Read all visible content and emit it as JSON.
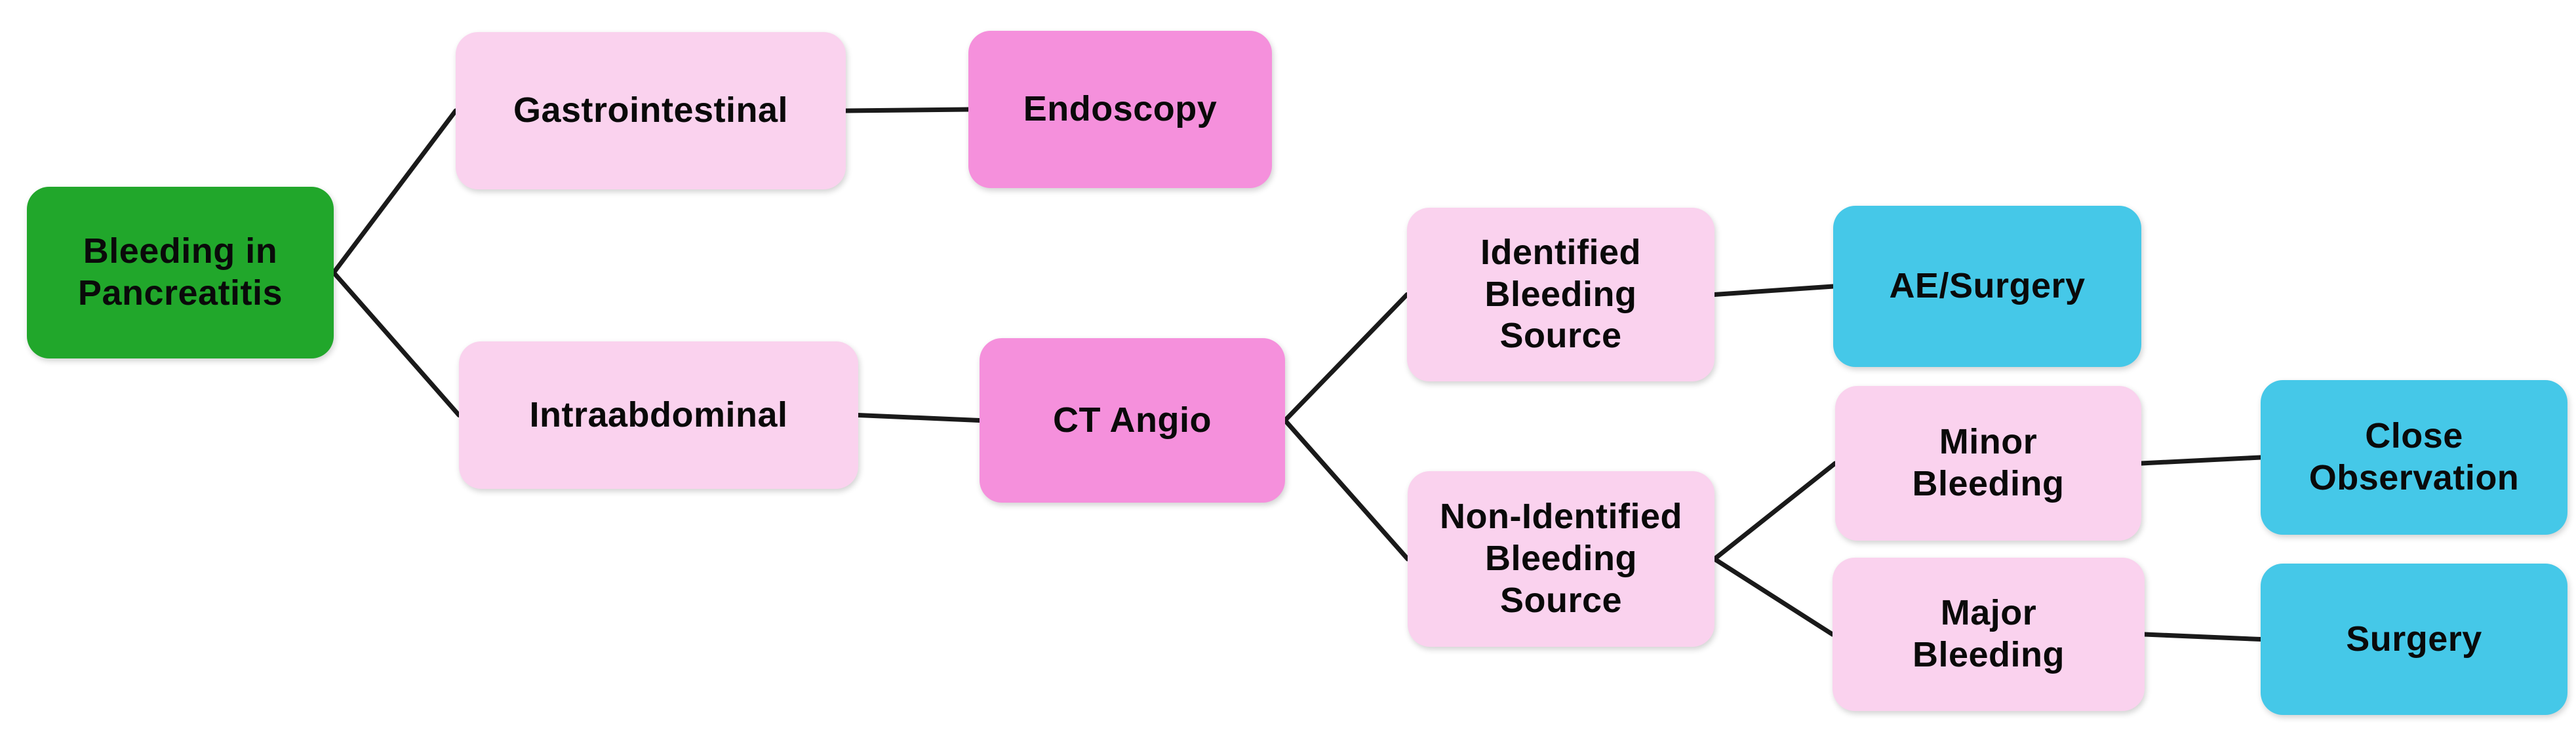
{
  "diagram": {
    "title": "Bleeding in Pancreatitis",
    "palette": {
      "root_green": "#21A72B",
      "branch_light_pink": "#FAD2EE",
      "test_medium_pink": "#F590DC",
      "action_cyan": "#45C8E8",
      "line_color": "#1A1A1A",
      "text_color": "#0A0A0A",
      "background": "#FFFFFF"
    },
    "nodes": [
      {
        "id": "root",
        "label": "Bleeding in\nPancreatitis",
        "kind": "root",
        "color": "#21A72B"
      },
      {
        "id": "gastrointestinal",
        "label": "Gastrointestinal",
        "kind": "category",
        "color": "#FAD2EE"
      },
      {
        "id": "endoscopy",
        "label": "Endoscopy",
        "kind": "test",
        "color": "#F590DC"
      },
      {
        "id": "intraabdominal",
        "label": "Intraabdominal",
        "kind": "category",
        "color": "#FAD2EE"
      },
      {
        "id": "ct-angio",
        "label": "CT Angio",
        "kind": "test",
        "color": "#F590DC"
      },
      {
        "id": "identified-source",
        "label": "Identified\nBleeding\nSource",
        "kind": "finding",
        "color": "#FAD2EE"
      },
      {
        "id": "ae-surgery",
        "label": "AE/Surgery",
        "kind": "action",
        "color": "#45C8E8"
      },
      {
        "id": "non-identified-source",
        "label": "Non-Identified\nBleeding\nSource",
        "kind": "finding",
        "color": "#FAD2EE"
      },
      {
        "id": "minor-bleeding",
        "label": "Minor\nBleeding",
        "kind": "finding",
        "color": "#FAD2EE"
      },
      {
        "id": "close-observation",
        "label": "Close\nObservation",
        "kind": "action",
        "color": "#45C8E8"
      },
      {
        "id": "major-bleeding",
        "label": "Major\nBleeding",
        "kind": "finding",
        "color": "#FAD2EE"
      },
      {
        "id": "surgery",
        "label": "Surgery",
        "kind": "action",
        "color": "#45C8E8"
      }
    ],
    "edges": [
      [
        "root",
        "gastrointestinal"
      ],
      [
        "root",
        "intraabdominal"
      ],
      [
        "gastrointestinal",
        "endoscopy"
      ],
      [
        "intraabdominal",
        "ct-angio"
      ],
      [
        "ct-angio",
        "identified-source"
      ],
      [
        "ct-angio",
        "non-identified-source"
      ],
      [
        "identified-source",
        "ae-surgery"
      ],
      [
        "non-identified-source",
        "minor-bleeding"
      ],
      [
        "non-identified-source",
        "major-bleeding"
      ],
      [
        "minor-bleeding",
        "close-observation"
      ],
      [
        "major-bleeding",
        "surgery"
      ]
    ]
  }
}
